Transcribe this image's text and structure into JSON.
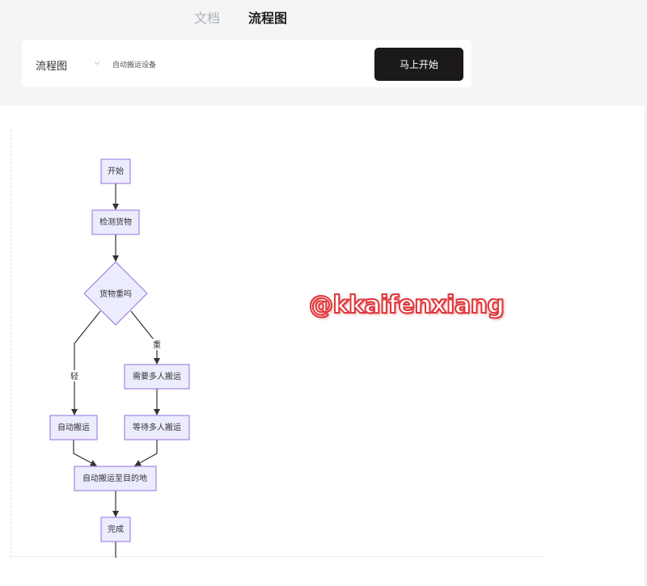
{
  "tabs": [
    {
      "label": "文档",
      "active": false
    },
    {
      "label": "流程图",
      "active": true
    }
  ],
  "toolbar": {
    "type_select": {
      "value": "流程图"
    },
    "topic_input": {
      "value": "自动搬运设备"
    },
    "start_button": "马上开始"
  },
  "flowchart": {
    "colors": {
      "node_fill": "#ECECFF",
      "node_stroke": "#9370DB",
      "edge": "#333333"
    },
    "nodes": {
      "start": "开始",
      "detect": "检测货物",
      "decision": "货物重吗",
      "need_many": "需要多人搬运",
      "auto_carry": "自动搬运",
      "wait_many": "等待多人搬运",
      "to_dest": "自动搬运至目的地",
      "done": "完成"
    },
    "edge_labels": {
      "light": "轻",
      "heavy": "重"
    }
  },
  "watermark": "@kkaifenxiang"
}
